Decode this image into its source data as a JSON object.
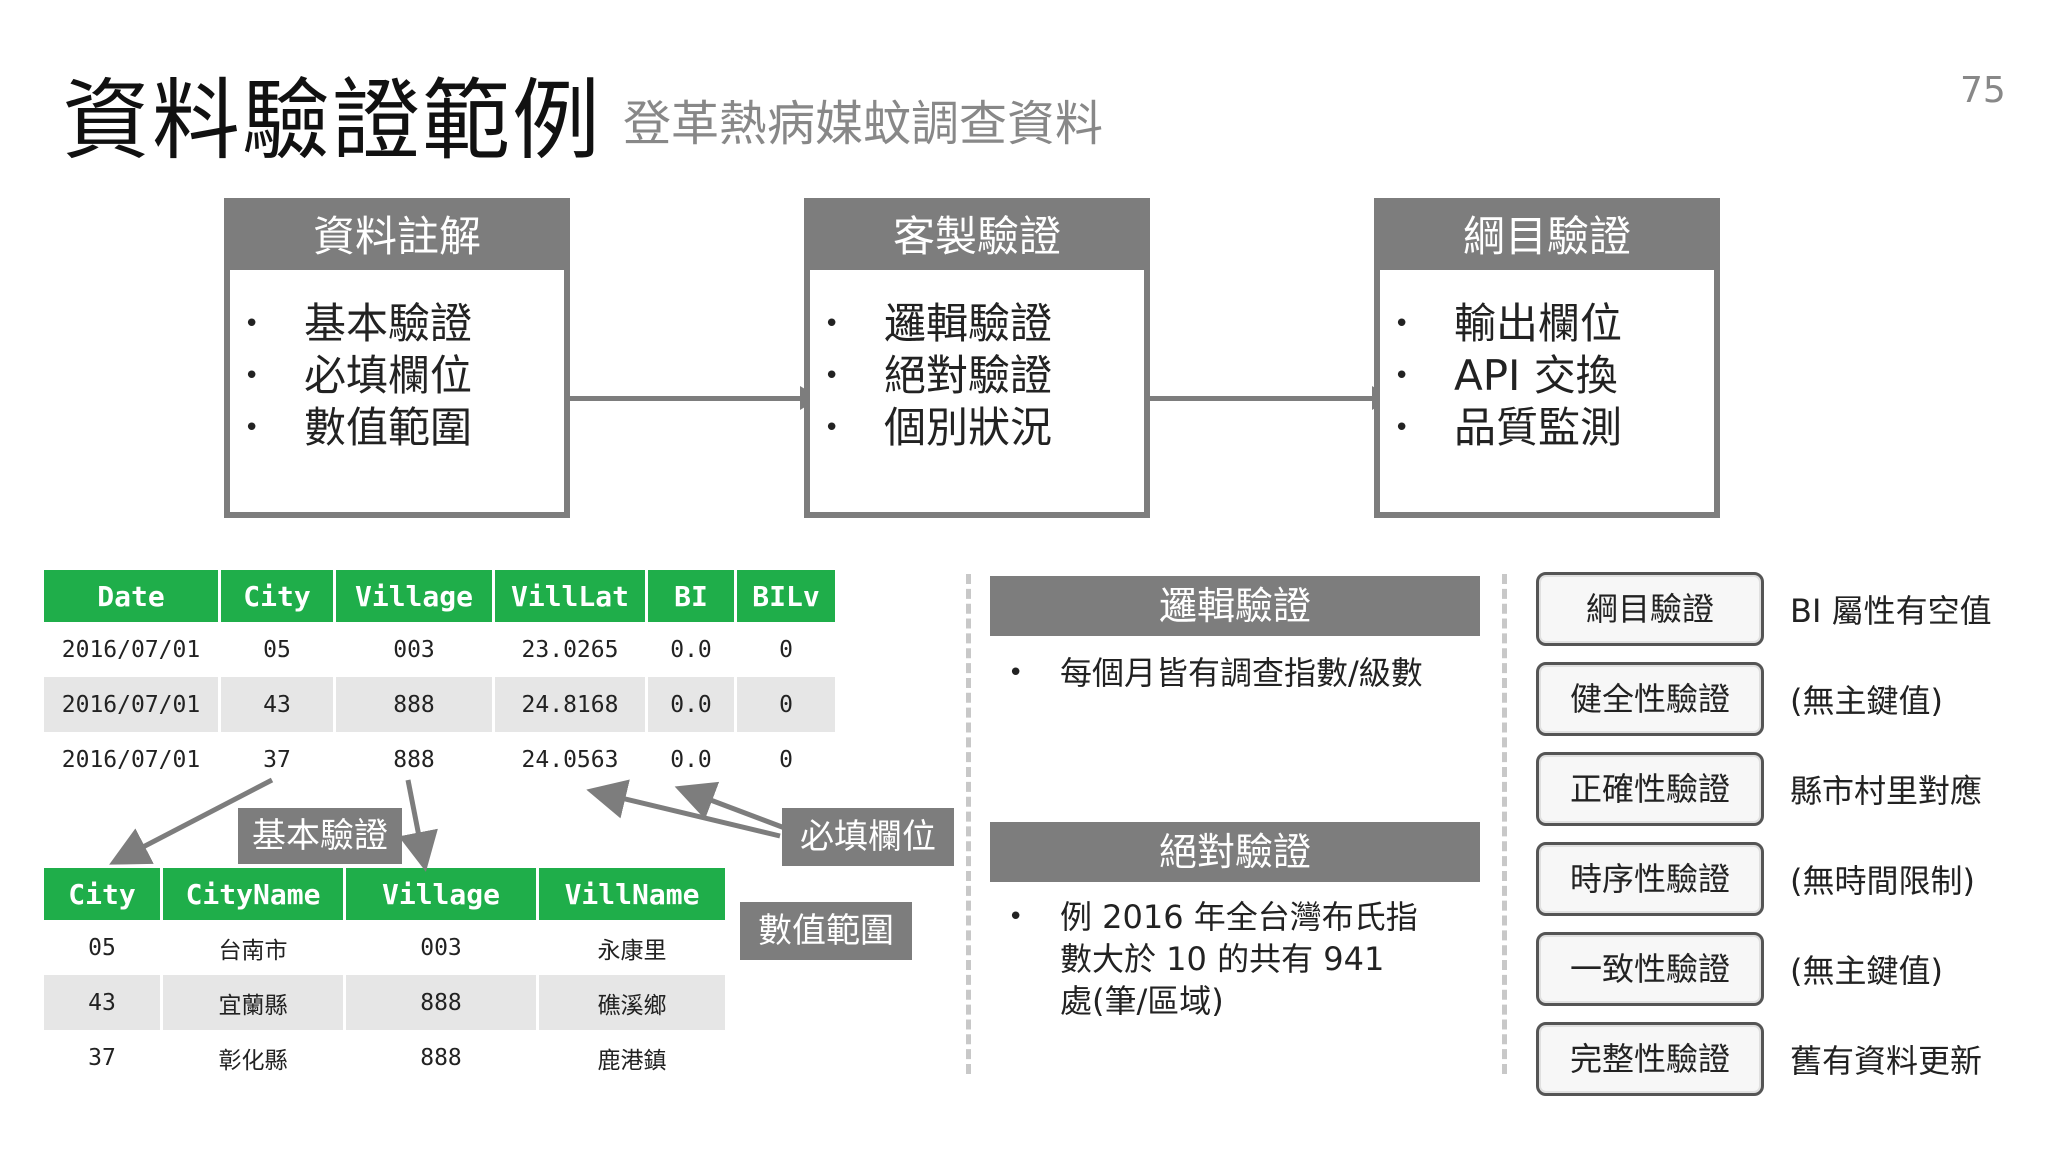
{
  "header": {
    "title": "資料驗證範例",
    "subtitle": "登革熱病媒蚊調查資料",
    "page_number": "75"
  },
  "flow": [
    {
      "title": "資料註解",
      "items": [
        "基本驗證",
        "必填欄位",
        "數值範圍"
      ]
    },
    {
      "title": "客製驗證",
      "items": [
        "邏輯驗證",
        "絕對驗證",
        "個別狀況"
      ]
    },
    {
      "title": "綱目驗證",
      "items": [
        "輸出欄位",
        "API 交換",
        "品質監測"
      ]
    }
  ],
  "table1": {
    "headers": [
      "Date",
      "City",
      "Village",
      "VillLat",
      "BI",
      "BILv"
    ],
    "rows": [
      [
        "2016/07/01",
        "05",
        "003",
        "23.0265",
        "0.0",
        "0"
      ],
      [
        "2016/07/01",
        "43",
        "888",
        "24.8168",
        "0.0",
        "0"
      ],
      [
        "2016/07/01",
        "37",
        "888",
        "24.0563",
        "0.0",
        "0"
      ]
    ]
  },
  "table2": {
    "headers": [
      "City",
      "CityName",
      "Village",
      "VillName"
    ],
    "rows": [
      [
        "05",
        "台南市",
        "003",
        "永康里"
      ],
      [
        "43",
        "宜蘭縣",
        "888",
        "礁溪鄉"
      ],
      [
        "37",
        "彰化縣",
        "888",
        "鹿港鎮"
      ]
    ]
  },
  "labels": {
    "basic": "基本驗證",
    "required": "必填欄位",
    "range": "數值範圍"
  },
  "middle": {
    "logic_title": "邏輯驗證",
    "logic_text": "每個月皆有調查指數/級數",
    "absolute_title": "絕對驗證",
    "absolute_text": [
      "例 2016 年全台灣布氏指",
      "數大於 10 的共有 941",
      "處(筆/區域)"
    ]
  },
  "checks": [
    {
      "label": "綱目驗證",
      "desc": "BI 屬性有空值"
    },
    {
      "label": "健全性驗證",
      "desc": "(無主鍵值)"
    },
    {
      "label": "正確性驗證",
      "desc": "縣市村里對應"
    },
    {
      "label": "時序性驗證",
      "desc": "(無時間限制)"
    },
    {
      "label": "一致性驗證",
      "desc": "(無主鍵值)"
    },
    {
      "label": "完整性驗證",
      "desc": "舊有資料更新"
    }
  ],
  "bullet_char": "•"
}
